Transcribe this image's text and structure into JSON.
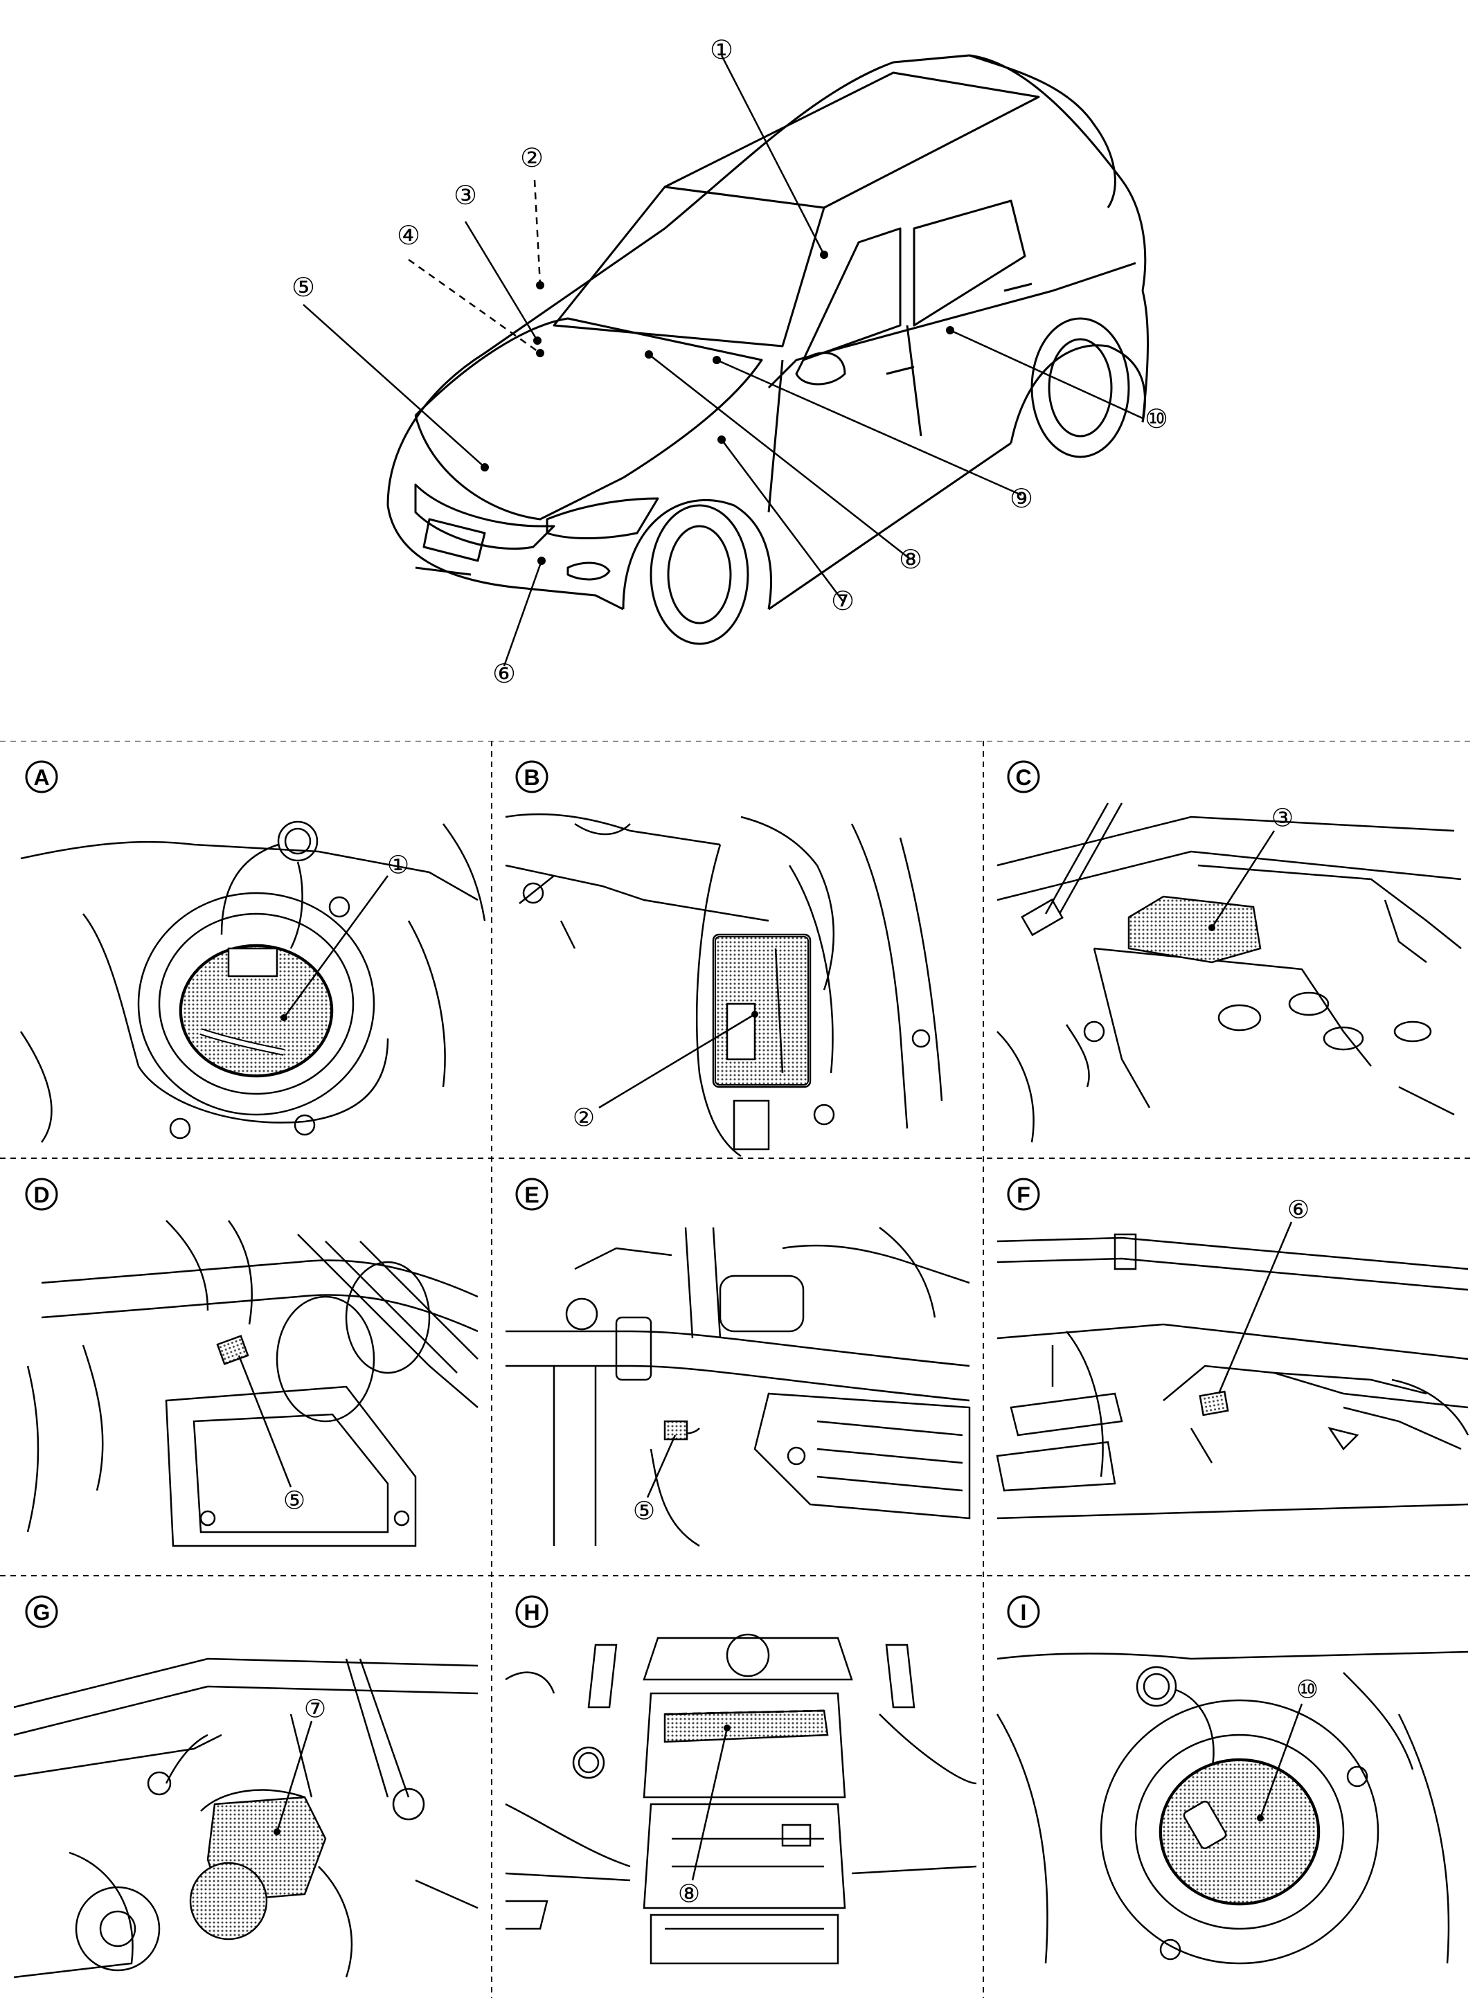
{
  "overview": {
    "callouts": [
      "①",
      "②",
      "③",
      "④",
      "⑤",
      "⑥",
      "⑦",
      "⑧",
      "⑨",
      "⑩"
    ]
  },
  "panels": [
    {
      "letter": "A",
      "callout": "①"
    },
    {
      "letter": "B",
      "callout": "②"
    },
    {
      "letter": "C",
      "callout": "③"
    },
    {
      "letter": "D",
      "callout": "⑤"
    },
    {
      "letter": "E",
      "callout": "⑤"
    },
    {
      "letter": "F",
      "callout": "⑥"
    },
    {
      "letter": "G",
      "callout": "⑦"
    },
    {
      "letter": "H",
      "callout": "⑧"
    },
    {
      "letter": "I",
      "callout": "⑩"
    }
  ],
  "colors": {
    "line": "#000000",
    "stipple": "#8a8a8a",
    "background": "#ffffff"
  }
}
